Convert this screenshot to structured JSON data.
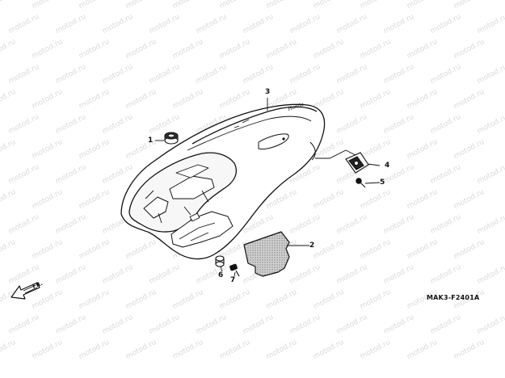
{
  "watermark": {
    "text": "motod.ru"
  },
  "callouts": {
    "c1": "1",
    "c2": "2",
    "c3": "3",
    "c4": "4",
    "c5": "5",
    "c6": "6",
    "c7": "7"
  },
  "logo_text": "Honda",
  "front_marker": "FR.",
  "drawing_code": "MAK3-F2401A",
  "colors": {
    "ink": "#111111",
    "watermark": "#d9d9d9",
    "background": "#ffffff",
    "pad_fill": "#c8c8c8"
  }
}
